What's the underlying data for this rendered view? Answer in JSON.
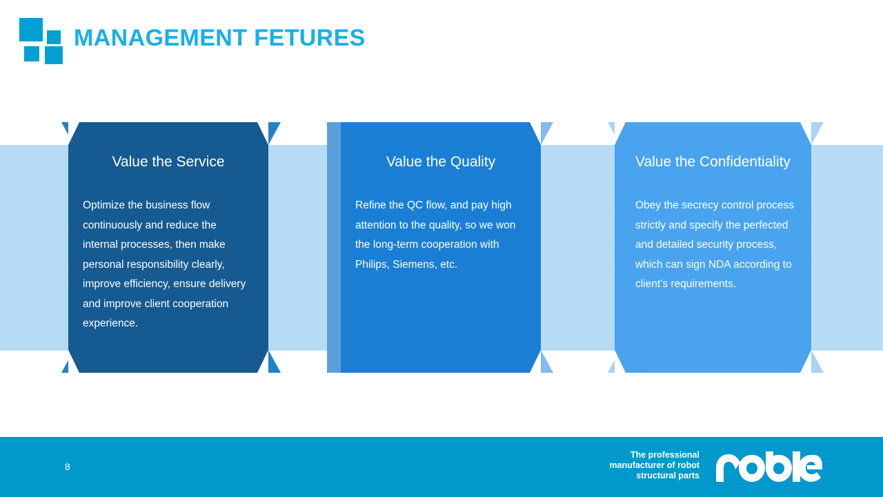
{
  "header": {
    "title": "MANAGEMENT FETURES",
    "logo_icon": "four-squares-logo-icon",
    "title_color": "#16b0e8",
    "logo_color": "#00a0d2"
  },
  "theme": {
    "band_color": "#b8dbf5",
    "footer_color": "#0199cc",
    "card_1_color": "#155a90",
    "card_2_color": "#1a7fd4",
    "card_3_color": "#49a3ef",
    "card_2_strip_color": "#5a9fdc"
  },
  "cards": [
    {
      "id": "service",
      "title": "Value the Service",
      "body": "Optimize the business flow continuously and reduce the internal processes, then make personal responsibility clearly, improve efficiency, ensure delivery and improve client cooperation experience."
    },
    {
      "id": "quality",
      "title": "Value the Quality",
      "body": "Refine the QC flow, and pay high attention to the quality, so we won the long-term cooperation with Philips, Siemens, etc."
    },
    {
      "id": "confidentiality",
      "title": "Value the Confidentiality",
      "body": "Obey the secrecy control process strictly and specify the perfected and detailed security process, which can sign NDA according to client’s requirements."
    }
  ],
  "footer": {
    "page_number": "8",
    "tagline": "The professional manufacturer of robot structural parts",
    "brand_logo_icon": "noble-wordmark-logo-icon",
    "brand_name": "noble"
  }
}
